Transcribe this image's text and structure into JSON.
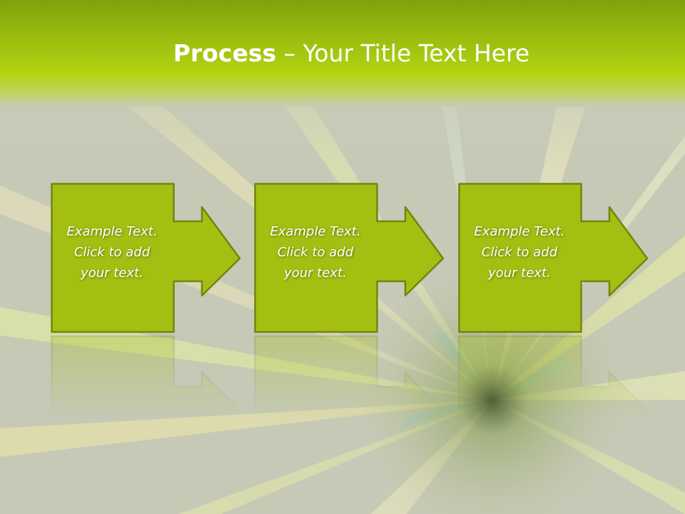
{
  "slide": {
    "title_bold": "Process",
    "title_rest": " – Your Title Text Here",
    "colors": {
      "box_fill": "#a4bf11",
      "box_stroke": "#718610",
      "title_band": "#9dc00f",
      "background": "#c9cbb9"
    },
    "steps": [
      {
        "line1": "Example Text.",
        "line2": "Click  to add",
        "line3": "your text."
      },
      {
        "line1": "Example Text.",
        "line2": "Click  to add",
        "line3": "your text."
      },
      {
        "line1": "Example Text.",
        "line2": "Click  to add",
        "line3": "your text."
      }
    ]
  }
}
